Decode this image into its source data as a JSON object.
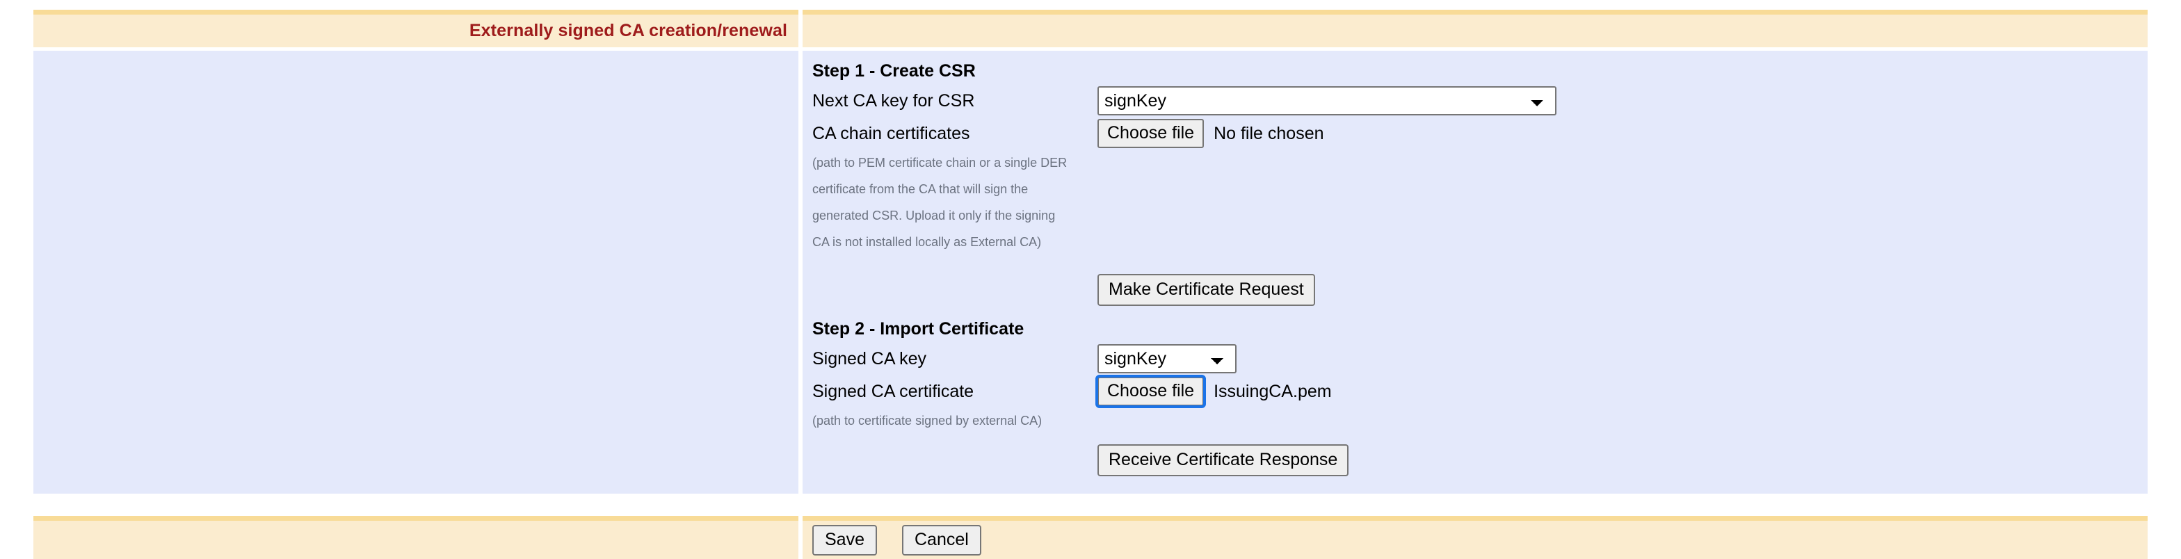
{
  "header": {
    "title": "Externally signed CA creation/renewal",
    "title_color": "#9e1b1b",
    "band_color": "#fbeccf",
    "band_border_color": "#f8db97"
  },
  "body": {
    "background_color": "#e4e9fb"
  },
  "step1": {
    "heading": "Step 1 - Create CSR",
    "key_row": {
      "label": "Next CA key for CSR",
      "selected": "signKey",
      "options": [
        "signKey"
      ]
    },
    "chain_row": {
      "label": "CA chain certificates",
      "button_label": "Choose file",
      "file_status": "No file chosen",
      "focused": false
    },
    "help_lines": [
      "(path to PEM certificate chain or a single DER",
      "certificate from the CA that will sign the",
      "generated CSR. Upload it only if the signing",
      "CA is not installed locally as External CA)"
    ],
    "action_button": "Make Certificate Request"
  },
  "step2": {
    "heading": "Step 2 - Import Certificate",
    "key_row": {
      "label": "Signed CA key",
      "selected": "signKey",
      "options": [
        "signKey"
      ]
    },
    "cert_row": {
      "label": "Signed CA certificate",
      "button_label": "Choose file",
      "file_status": "IssuingCA.pem",
      "focused": true,
      "focus_color": "#1a73e8"
    },
    "help_lines": [
      "(path to certificate signed by external CA)"
    ],
    "action_button": "Receive Certificate Response"
  },
  "footer": {
    "save_label": "Save",
    "cancel_label": "Cancel",
    "band_color": "#fbeccf",
    "band_border_color": "#f8db97"
  }
}
